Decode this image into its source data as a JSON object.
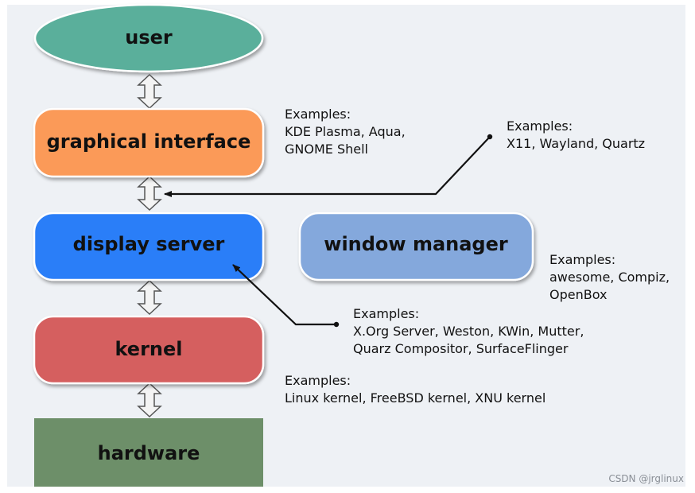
{
  "nodes": {
    "user": "user",
    "graphical_interface": "graphical interface",
    "display_server": "display server",
    "window_manager": "window manager",
    "kernel": "kernel",
    "hardware": "hardware"
  },
  "notes": {
    "graphical_interface": "Examples:\nKDE Plasma, Aqua,\nGNOME Shell",
    "protocol": "Examples:\nX11, Wayland, Quartz",
    "window_manager": "Examples:\nawesome, Compiz,\nOpenBox",
    "display_server": "Examples:\nX.Org Server, Weston, KWin, Mutter,\nQuarz Compositor, SurfaceFlinger",
    "kernel": "Examples:\nLinux kernel, FreeBSD kernel, XNU kernel"
  },
  "watermark": "CSDN @jrglinux",
  "colors": {
    "user": "#5aaf9b",
    "graphical_interface": "#fb9a58",
    "display_server": "#2c7ef8",
    "window_manager": "#84a8dc",
    "kernel": "#d55e5e",
    "hardware": "#6d8f69",
    "panel": "#eef1f5"
  },
  "icons": {
    "double_arrow": "up-down-arrow",
    "pointer": "callout-arrow"
  }
}
